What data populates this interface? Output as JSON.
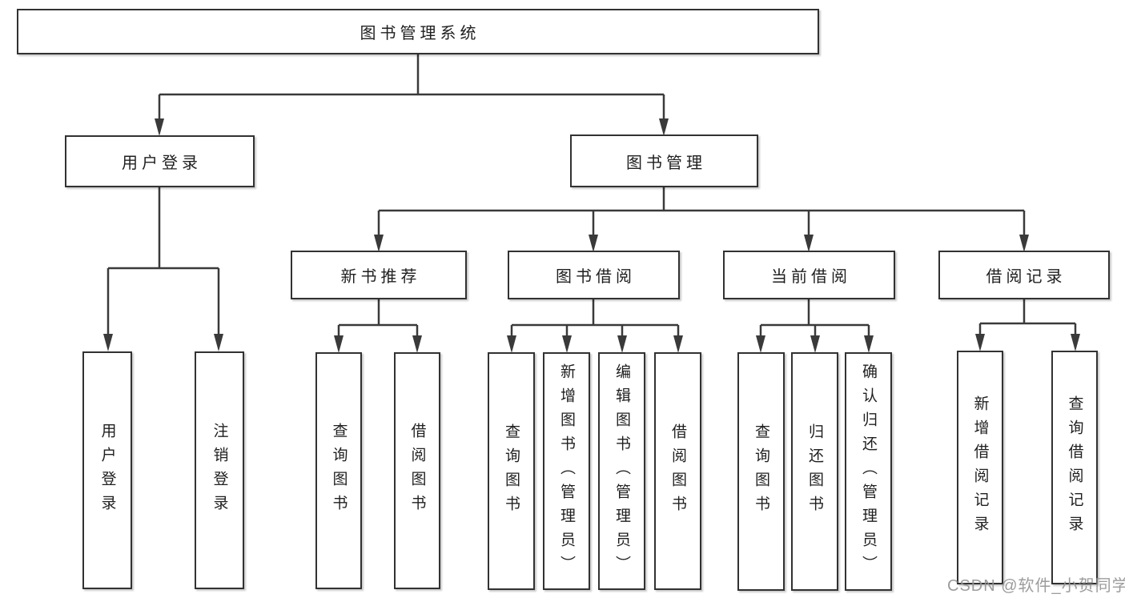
{
  "diagram": {
    "root": {
      "label": "图书管理系统"
    },
    "level2": {
      "user_login": {
        "label": "用户登录"
      },
      "book_management": {
        "label": "图书管理"
      }
    },
    "level3": [
      {
        "label": "新书推荐"
      },
      {
        "label": "图书借阅"
      },
      {
        "label": "当前借阅"
      },
      {
        "label": "借阅记录"
      }
    ],
    "leaves": {
      "user_login_children": [
        "用户登录",
        "注销登录"
      ],
      "new_book_children": [
        "查询图书",
        "借阅图书"
      ],
      "book_borrow_children": [
        "查询图书",
        "新增图书（管理员）",
        "编辑图书（管理员）",
        "借阅图书"
      ],
      "current_borrow_children": [
        "查询图书",
        "归还图书",
        "确认归还（管理员）"
      ],
      "record_children": [
        "新增借阅记录",
        "查询借阅记录"
      ]
    }
  },
  "watermark": "CSDN @软件_小贺同学",
  "colors": {
    "line": "#3a3a3a",
    "box_border": "#323232",
    "box_fill": "#ffffff",
    "text": "#1f1f1f",
    "watermark": "#949494"
  }
}
